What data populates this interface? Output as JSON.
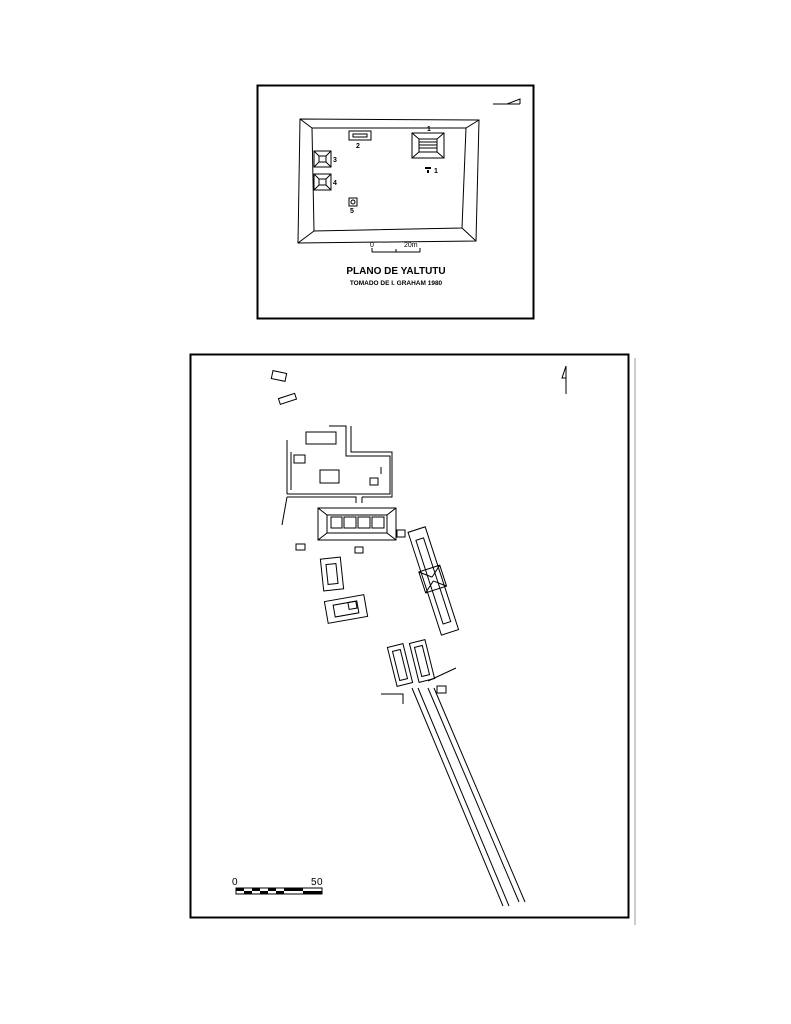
{
  "plan_top": {
    "title": "PLANO DE YALTUTU",
    "subtitle": "TOMADO DE I. GRAHAM 1980",
    "scale": {
      "zero": "0",
      "end": "20m"
    },
    "structures": [
      "1",
      "2",
      "3",
      "4",
      "5"
    ],
    "marker": "1"
  },
  "plan_bottom": {
    "scale": {
      "zero": "0",
      "end": "50"
    }
  },
  "colors": {
    "ink": "#000000",
    "paper": "#ffffff"
  }
}
